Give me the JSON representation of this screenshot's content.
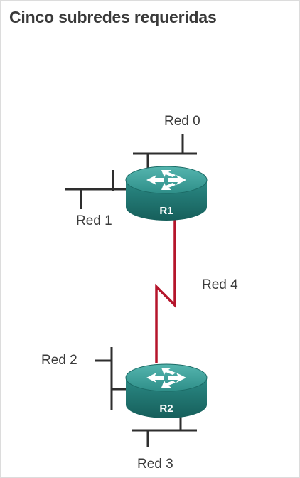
{
  "title": "Cinco subredes requeridas",
  "routers": {
    "r1": "R1",
    "r2": "R2"
  },
  "networks": {
    "red0": "Red 0",
    "red1": "Red 1",
    "red2": "Red 2",
    "red3": "Red 3",
    "red4": "Red 4"
  },
  "colors": {
    "serial_link": "#b5152b",
    "router_top": "#3a9a95",
    "router_side": "#1f6f6b",
    "ethernet": "#2e2e2e"
  },
  "icons": {
    "router": "router-icon",
    "serial": "serial-link-icon"
  }
}
